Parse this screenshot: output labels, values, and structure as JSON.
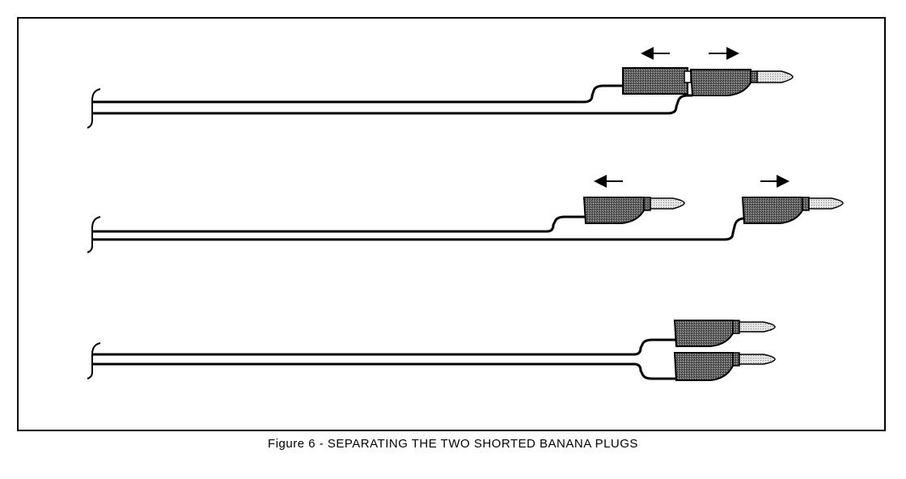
{
  "figure": {
    "caption": "Figure  6 - SEPARATING THE TWO SHORTED BANANA PLUGS",
    "panels": [
      {
        "name": "shorted-pair-with-separation-arrows",
        "arrows": [
          "left",
          "right"
        ]
      },
      {
        "name": "separated-plugs",
        "arrows": [
          "left",
          "right"
        ]
      },
      {
        "name": "plugs-side-by-side",
        "arrows": []
      }
    ]
  },
  "colors": {
    "line": "#000000",
    "plug_body_fill": "#555555",
    "plug_tip_fill": "#dddddd",
    "background": "#ffffff"
  }
}
